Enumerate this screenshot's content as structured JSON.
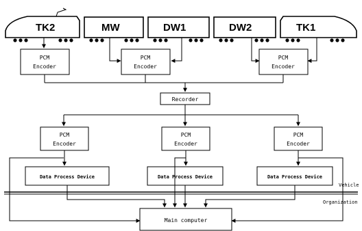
{
  "cars": [
    {
      "id": "tk2",
      "label": "TK2"
    },
    {
      "id": "mw",
      "label": "MW"
    },
    {
      "id": "dw1",
      "label": "DW1"
    },
    {
      "id": "dw2",
      "label": "DW2"
    },
    {
      "id": "tk1",
      "label": "TK1"
    }
  ],
  "pcm_encoder": {
    "line1": "PCM",
    "line2": "Encoder"
  },
  "recorder": "Recorder",
  "data_process_device": "Data Process Device",
  "main_computer": "Main computer",
  "labels": {
    "vehicle": "Vehicle",
    "organization": "Organization"
  }
}
